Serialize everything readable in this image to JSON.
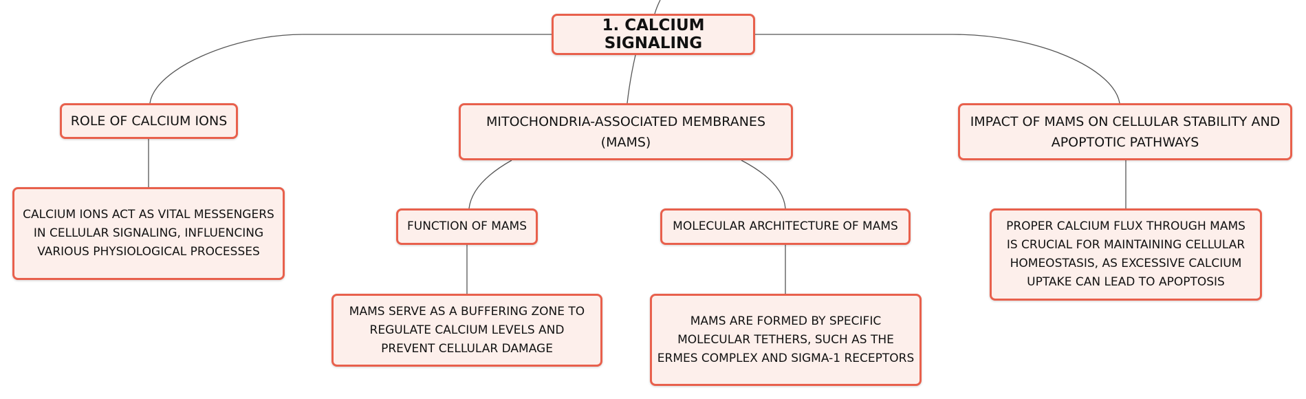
{
  "colors": {
    "node_border": "#e8604c",
    "node_fill": "#fdefeb",
    "connector": "#555555"
  },
  "root": {
    "label": "1. CALCIUM SIGNALING"
  },
  "branches": {
    "role": {
      "label": "ROLE OF CALCIUM IONS",
      "detail": "CALCIUM IONS ACT AS VITAL MESSENGERS IN CELLULAR SIGNALING, INFLUENCING VARIOUS PHYSIOLOGICAL PROCESSES"
    },
    "mams": {
      "label": "MITOCHONDRIA-ASSOCIATED MEMBRANES (MAMS)",
      "function": {
        "label": "FUNCTION OF MAMS",
        "detail": "MAMS SERVE AS A BUFFERING ZONE TO REGULATE CALCIUM LEVELS AND PREVENT CELLULAR DAMAGE"
      },
      "architecture": {
        "label": "MOLECULAR ARCHITECTURE OF MAMS",
        "detail": "MAMS ARE FORMED BY SPECIFIC MOLECULAR TETHERS, SUCH AS THE ERMES COMPLEX AND SIGMA-1 RECEPTORS"
      }
    },
    "impact": {
      "label": "IMPACT OF MAMS ON CELLULAR STABILITY AND APOPTOTIC PATHWAYS",
      "detail": "PROPER CALCIUM FLUX THROUGH MAMS IS CRUCIAL FOR MAINTAINING CELLULAR HOMEOSTASIS, AS EXCESSIVE CALCIUM UPTAKE CAN LEAD TO APOPTOSIS"
    }
  }
}
